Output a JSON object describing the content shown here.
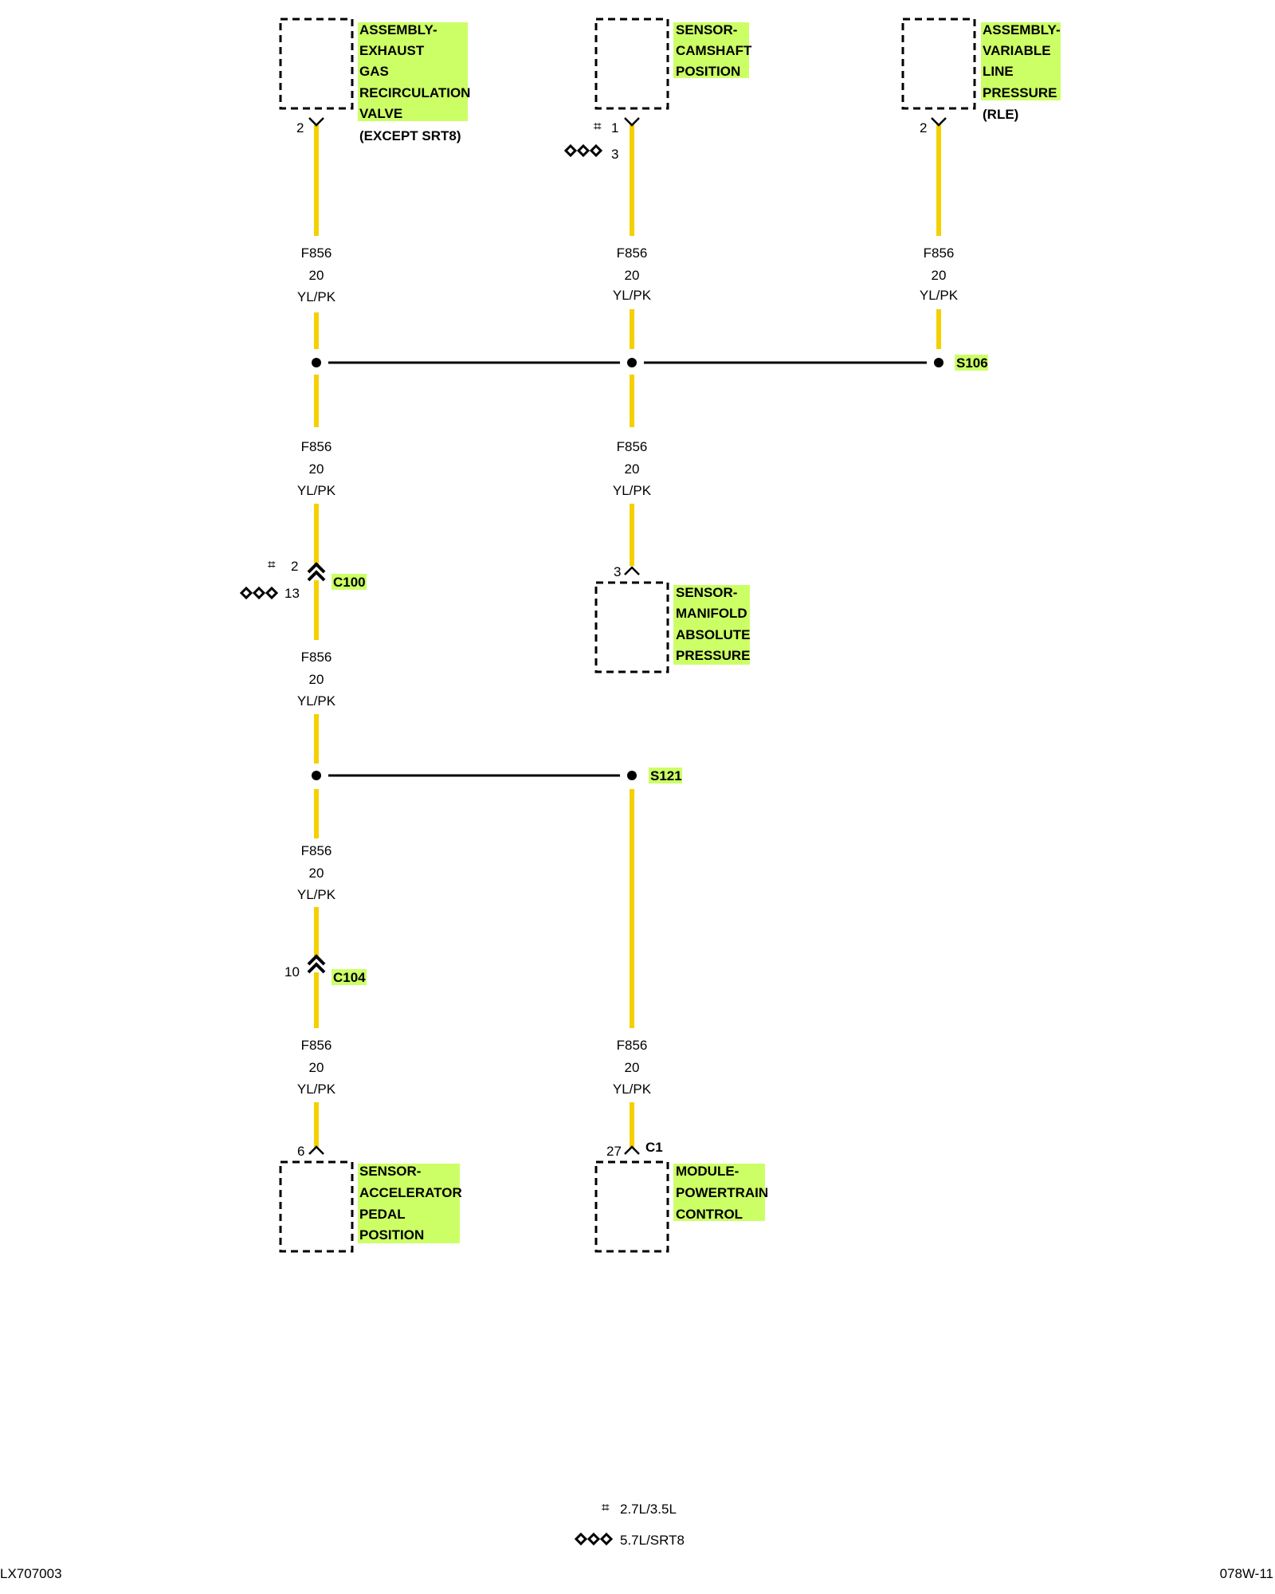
{
  "colors": {
    "wire": "#f5d000",
    "wire_edge": "#b89b00",
    "highlight": "#ccff66",
    "ink": "#000000"
  },
  "wire_label": {
    "circuit": "F856",
    "gauge": "20",
    "color": "YL/PK"
  },
  "components": {
    "egr_valve": {
      "lines": [
        "ASSEMBLY-",
        "EXHAUST",
        "GAS",
        "RECIRCULATION",
        "VALVE"
      ],
      "note": "(EXCEPT SRT8)",
      "pin": "2"
    },
    "camshaft_sensor": {
      "lines": [
        "SENSOR-",
        "CAMSHAFT",
        "POSITION"
      ],
      "pin_a": "1",
      "pin_b": "3"
    },
    "line_pressure": {
      "lines": [
        "ASSEMBLY-",
        "VARIABLE",
        "LINE",
        "PRESSURE"
      ],
      "note": "(RLE)",
      "pin": "2"
    },
    "map_sensor": {
      "lines": [
        "SENSOR-",
        "MANIFOLD",
        "ABSOLUTE",
        "PRESSURE"
      ],
      "pin": "3"
    },
    "app_sensor": {
      "lines": [
        "SENSOR-",
        "ACCELERATOR",
        "PEDAL",
        "POSITION"
      ],
      "pin": "6"
    },
    "pcm": {
      "lines": [
        "MODULE-",
        "POWERTRAIN",
        "CONTROL"
      ],
      "pin": "27",
      "connector": "C1"
    }
  },
  "splices": {
    "s106": "S106",
    "s121": "S121"
  },
  "connectors": {
    "c100": {
      "name": "C100",
      "pin_a": "2",
      "pin_b": "13"
    },
    "c104": {
      "name": "C104",
      "pin": "10"
    }
  },
  "legend": {
    "symbol_hash": "⌗",
    "hash_text": "2.7L/3.5L",
    "diamonds_text": "5.7L/SRT8"
  },
  "footer": {
    "left": "LX707003",
    "right": "078W-11"
  }
}
